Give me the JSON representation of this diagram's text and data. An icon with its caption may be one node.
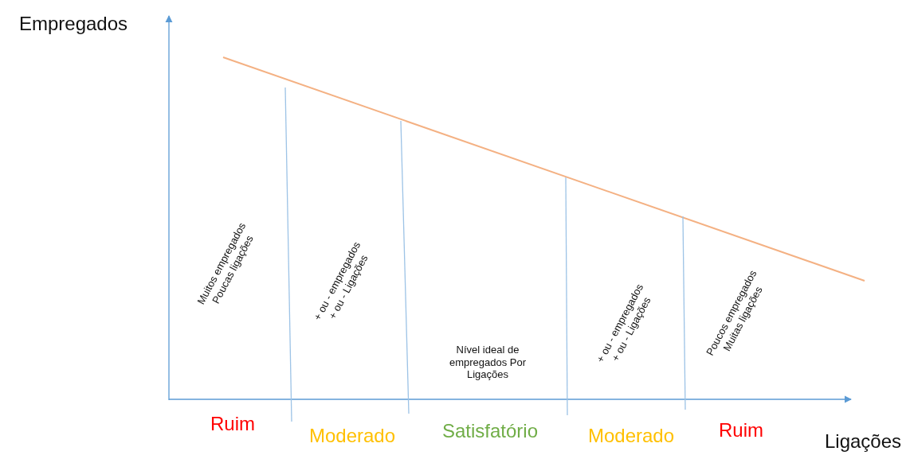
{
  "diagram": {
    "labels": [
      "Empregados",
      "Muitos empregados Poucas ligações",
      "+ ou - empregados + ou - Ligações",
      "Nível ideal de empregados Por Ligações",
      "+ ou - empregados + ou - Ligações",
      "Poucos empregados Muitas ligações",
      "Ruim",
      "Moderado",
      "Satisfatório",
      "Moderado",
      "Ruim",
      "Ligações"
    ]
  }
}
